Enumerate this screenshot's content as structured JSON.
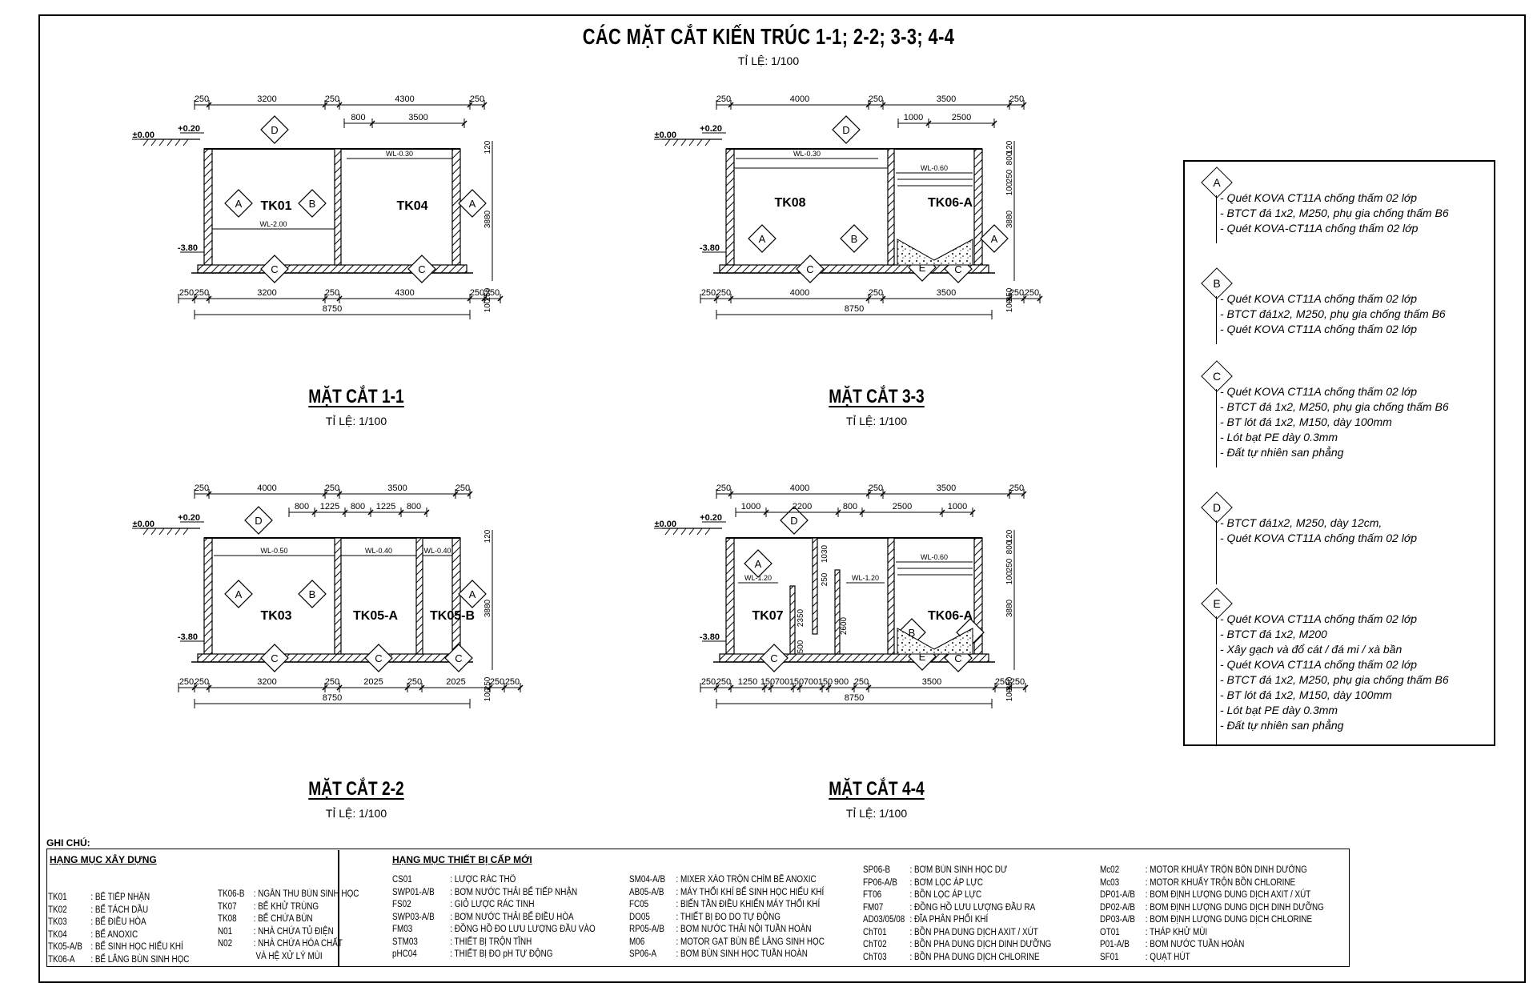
{
  "title": "CÁC MẶT CẮT KIẾN TRÚC 1-1; 2-2; 3-3; 4-4",
  "title_scale": "TỈ LỆ: 1/100",
  "sections": [
    {
      "id": "s11",
      "title": "MẶT CẮT 1-1",
      "scale": "TỈ LỆ: 1/100",
      "tanks": [
        "TK01",
        "TK04"
      ],
      "wl": [
        "WL-0.30",
        "WL-2.00"
      ],
      "dims_top": [
        "250",
        "3200",
        "250",
        "4300",
        "250"
      ],
      "dims_top2": [
        "800",
        "3500"
      ],
      "dims_bottom": [
        "250",
        "250",
        "3200",
        "250",
        "4300",
        "250",
        "250"
      ],
      "total": "8750",
      "levels": [
        "±0.00",
        "+0.20",
        "-3.80"
      ],
      "side": [
        "120",
        "3880",
        "250",
        "100"
      ]
    },
    {
      "id": "s33",
      "title": "MẶT CẮT 3-3",
      "scale": "TỈ LỆ: 1/100",
      "tanks": [
        "TK08",
        "TK06-A"
      ],
      "wl": [
        "WL-0.30",
        "WL-0.60"
      ],
      "dims_top": [
        "250",
        "4000",
        "250",
        "3500",
        "250"
      ],
      "dims_top2": [
        "1000",
        "2500"
      ],
      "dims_bottom": [
        "250",
        "250",
        "4000",
        "250",
        "3500",
        "250",
        "250"
      ],
      "total": "8750",
      "levels": [
        "±0.00",
        "+0.20",
        "-3.80"
      ],
      "side": [
        "120",
        "800",
        "250",
        "100",
        "3880",
        "250",
        "100"
      ]
    },
    {
      "id": "s22",
      "title": "MẶT CẮT 2-2",
      "scale": "TỈ LỆ: 1/100",
      "tanks": [
        "TK03",
        "TK05-A",
        "TK05-B"
      ],
      "wl": [
        "WL-0.50",
        "WL-0.40",
        "WL-0.40"
      ],
      "dims_top": [
        "250",
        "4000",
        "250",
        "3500",
        "250"
      ],
      "dims_top2": [
        "800",
        "1225",
        "800",
        "1225",
        "800"
      ],
      "dims_bottom": [
        "250",
        "250",
        "3200",
        "250",
        "2025",
        "250",
        "2025",
        "250",
        "250"
      ],
      "total": "8750",
      "levels": [
        "±0.00",
        "+0.20",
        "-3.80"
      ],
      "side": [
        "120",
        "3880",
        "250",
        "100"
      ]
    },
    {
      "id": "s44",
      "title": "MẶT CẮT 4-4",
      "scale": "TỈ LỆ: 1/100",
      "tanks": [
        "TK07",
        "TK06-A"
      ],
      "wl": [
        "WL-1.20",
        "WL-1.20",
        "WL-0.60"
      ],
      "dims_top": [
        "250",
        "4000",
        "250",
        "3500",
        "250"
      ],
      "dims_top2": [
        "1000",
        "2200",
        "800",
        "2500",
        "1000"
      ],
      "dims_bottom": [
        "250",
        "250",
        "1250",
        "150",
        "700",
        "150",
        "700",
        "150",
        "900",
        "250",
        "3500",
        "250",
        "250"
      ],
      "total": "8750",
      "levels": [
        "±0.00",
        "+0.20",
        "-3.80"
      ],
      "side": [
        "120",
        "800",
        "250",
        "100",
        "3880",
        "250",
        "100"
      ],
      "inner": [
        "1030",
        "250",
        "2350",
        "2600",
        "500"
      ]
    }
  ],
  "legend": [
    {
      "key": "A",
      "items": [
        "- Quét KOVA CT11A chống thấm 02 lớp",
        "- BTCT đá 1x2, M250, phụ gia chống thấm B6",
        "- Quét KOVA-CT11A chống thấm 02 lớp"
      ]
    },
    {
      "key": "B",
      "items": [
        "- Quét KOVA CT11A chống thấm 02 lớp",
        "- BTCT đá1x2, M250, phụ gia chống thấm B6",
        "- Quét KOVA CT11A chống thấm 02 lớp"
      ]
    },
    {
      "key": "C",
      "items": [
        "- Quét KOVA CT11A chống thấm 02 lớp",
        "- BTCT đá 1x2, M250, phụ gia chống thấm B6",
        "- BT lót đá 1x2, M150, dày 100mm",
        "- Lót bạt PE dày 0.3mm",
        "- Đất tự nhiên san phẳng"
      ]
    },
    {
      "key": "D",
      "items": [
        "- BTCT đá1x2, M250, dày 12cm,",
        "- Quét KOVA CT11A chống thấm 02 lớp"
      ]
    },
    {
      "key": "E",
      "items": [
        "- Quét KOVA CT11A chống thấm 02 lớp",
        "- BTCT đá 1x2, M200",
        "- Xây gạch và đổ cát / đá mi / xà bần",
        "- Quét KOVA CT11A chống thấm 02 lớp",
        "- BTCT đá 1x2, M250, phụ gia chống thấm B6",
        "- BT lót đá 1x2, M150, dày 100mm",
        "- Lót bạt PE dày 0.3mm",
        "- Đất tự nhiên san phẳng"
      ]
    }
  ],
  "notes": {
    "heading": "GHI CHÚ:",
    "construction": {
      "heading": "HẠNG MỤC XÂY DỰNG",
      "col1": [
        [
          "TK01",
          ": BỂ TIẾP NHẬN"
        ],
        [
          "TK02",
          ": BỂ TÁCH DẦU"
        ],
        [
          "TK03",
          ": BỂ ĐIỀU HÒA"
        ],
        [
          "TK04",
          ": BỂ ANOXIC"
        ],
        [
          "TK05-A/B",
          ": BỂ SINH HỌC HIẾU KHÍ"
        ],
        [
          "TK06-A",
          ": BỂ LẮNG BÙN SINH HỌC"
        ]
      ],
      "col2": [
        [
          "TK06-B",
          ": NGĂN THU BÙN SINH HỌC"
        ],
        [
          "TK07",
          ": BỂ KHỬ TRÙNG"
        ],
        [
          "TK08",
          ": BỂ CHỨA BÙN"
        ],
        [
          "N01",
          ": NHÀ CHỨA TỦ ĐIỆN"
        ],
        [
          "N02",
          ": NHÀ CHỨA HÓA CHẤT"
        ],
        [
          "",
          "  VÀ HỆ XỬ LÝ MÙI"
        ]
      ]
    },
    "equipment": {
      "heading": "HẠNG MỤC THIẾT BỊ CẤP MỚI",
      "col1": [
        [
          "CS01",
          ": LƯỢC RÁC THÔ"
        ],
        [
          "SWP01-A/B",
          ": BƠM NƯỚC THẢI BỂ TIẾP NHẬN"
        ],
        [
          "FS02",
          ": GIỎ LƯỢC RÁC TINH"
        ],
        [
          "SWP03-A/B",
          ": BƠM NƯỚC THẢI BỂ ĐIỀU HÒA"
        ],
        [
          "FM03",
          ": ĐỒNG HỒ ĐO LƯU LƯỢNG ĐẦU VÀO"
        ],
        [
          "STM03",
          ": THIẾT BỊ TRỘN TĨNH"
        ],
        [
          "pHC04",
          ": THIẾT BỊ ĐO pH TỰ ĐỘNG"
        ]
      ],
      "col2": [
        [
          "SM04-A/B",
          ": MIXER XÁO TRỘN CHÌM BỂ ANOXIC"
        ],
        [
          "AB05-A/B",
          ": MÁY THỔI KHÍ BỂ SINH HỌC HIẾU KHÍ"
        ],
        [
          "FC05",
          ": BIẾN TẦN ĐIỀU KHIỂN MÁY THỔI KHÍ"
        ],
        [
          "DO05",
          ": THIẾT BỊ ĐO DO TỰ ĐỘNG"
        ],
        [
          "RP05-A/B",
          ": BƠM NƯỚC THẢI NỘI TUẦN HOÀN"
        ],
        [
          "M06",
          ": MOTOR GẠT BÙN BỂ LẮNG SINH HỌC"
        ],
        [
          "SP06-A",
          ": BƠM BÙN SINH HỌC TUẦN HOÀN"
        ]
      ],
      "col3": [
        [
          "SP06-B",
          ": BƠM BÙN SINH HỌC DƯ"
        ],
        [
          "FP06-A/B",
          ": BƠM LỌC ÁP LỰC"
        ],
        [
          "FT06",
          ": BỒN LỌC ÁP LỰC"
        ],
        [
          "FM07",
          ": ĐỒNG HỒ LƯU LƯỢNG ĐẦU RA"
        ],
        [
          "AD03/05/08",
          ": ĐĨA PHÂN PHỐI KHÍ"
        ],
        [
          "ChT01",
          ": BỒN PHA DUNG DỊCH AXIT / XÚT"
        ],
        [
          "ChT02",
          ": BỒN PHA DUNG DỊCH DINH DƯỠNG"
        ],
        [
          "ChT03",
          ": BỒN PHA DUNG DỊCH CHLORINE"
        ]
      ],
      "col4": [
        [
          "Mc02",
          ": MOTOR KHUẤY TRỘN BỒN DINH DƯỠNG"
        ],
        [
          "Mc03",
          ": MOTOR KHUẤY TRỘN BỒN CHLORINE"
        ],
        [
          "DP01-A/B",
          ": BƠM ĐỊNH LƯỢNG DUNG DỊCH AXIT / XÚT"
        ],
        [
          "DP02-A/B",
          ": BƠM ĐỊNH LƯỢNG DUNG DỊCH DINH DƯỠNG"
        ],
        [
          "DP03-A/B",
          ": BƠM ĐỊNH LƯỢNG DUNG DỊCH CHLORINE"
        ],
        [
          "OT01",
          ": THÁP KHỬ MÙI"
        ],
        [
          "P01-A/B",
          ": BƠM NƯỚC TUẦN HOÀN"
        ],
        [
          "SF01",
          ": QUẠT HÚT"
        ]
      ]
    }
  }
}
